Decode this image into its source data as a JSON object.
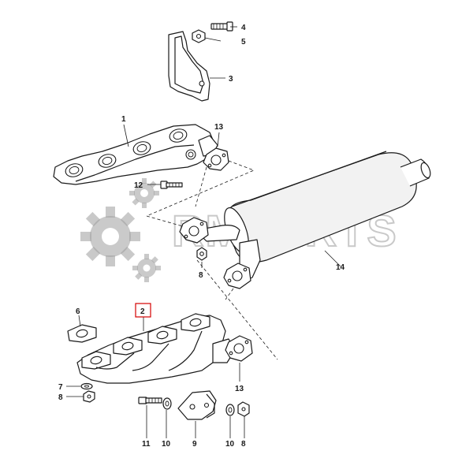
{
  "callouts": {
    "c1": "1",
    "c2": "2",
    "c3": "3",
    "c4": "4",
    "c5": "5",
    "c6": "6",
    "c7": "7",
    "c8a": "8",
    "c8b": "8",
    "c8c": "8",
    "c9": "9",
    "c10a": "10",
    "c10b": "10",
    "c11": "11",
    "c12": "12",
    "c13a": "13",
    "c13b": "13",
    "c14": "14"
  },
  "watermark": {
    "text": "RMPARTS"
  },
  "colors": {
    "highlight": "#d40000",
    "line": "#1a1a1a",
    "watermark": "#9e9e9e"
  }
}
